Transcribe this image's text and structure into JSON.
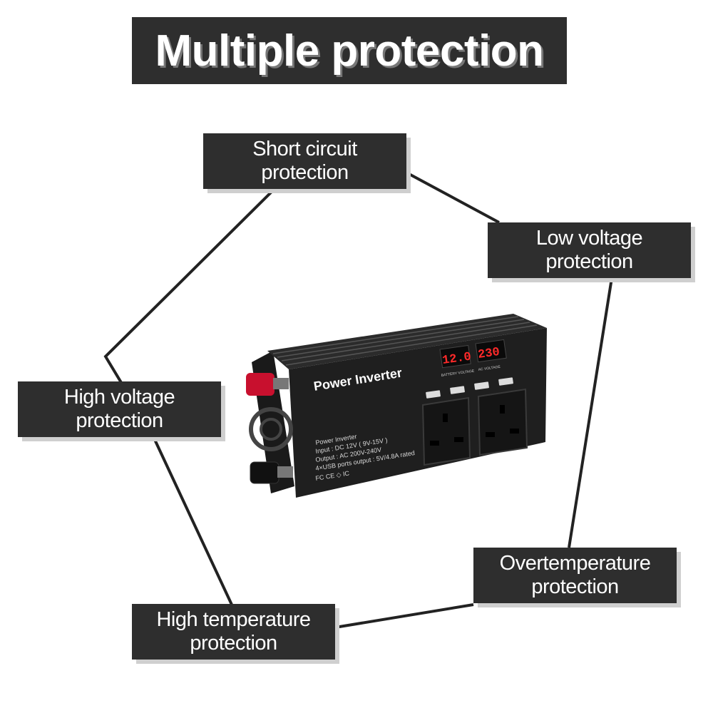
{
  "title": "Multiple protection",
  "labels": {
    "short_circuit": [
      "Short circuit",
      "protection"
    ],
    "low_voltage": [
      "Low voltage",
      "protection"
    ],
    "high_voltage": [
      "High voltage",
      "protection"
    ],
    "overtemperature": [
      "Overtemperature",
      "protection"
    ],
    "high_temperature": [
      "High temperature",
      "protection"
    ]
  },
  "product": {
    "brand_label": "Power Inverter",
    "display_battery": "12.0",
    "display_ac": "230",
    "display_battery_caption": "BATTERY VOLTAGE",
    "display_ac_caption": "AC VOLTAGE",
    "spec_lines": [
      "Power Inverter",
      "Input : DC 12V ( 9V-15V )",
      "Output : AC 200V-240V",
      "4×USB ports output : 5V/4.8A rated"
    ],
    "cert_marks": "FC CE ◇ IC"
  },
  "colors": {
    "label_bg": "#2e2e2e",
    "label_text": "#ffffff",
    "line": "#222222",
    "display_red": "#ff2a2a",
    "terminal_red": "#c8102e"
  }
}
